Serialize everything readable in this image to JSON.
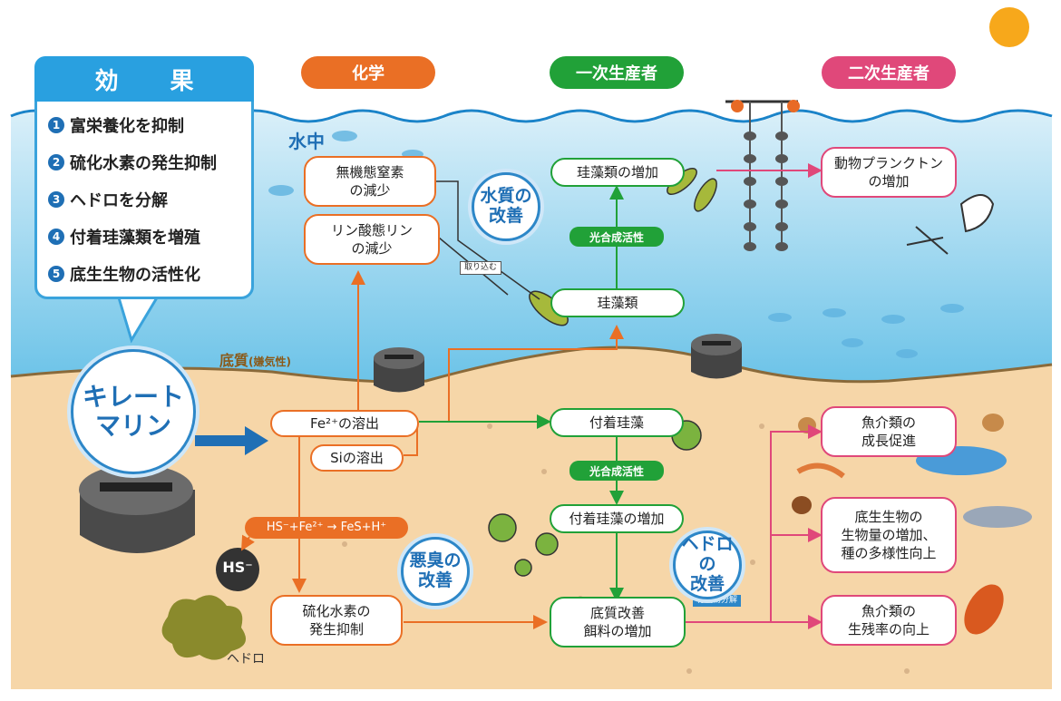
{
  "effects": {
    "title": "効 果",
    "items": [
      {
        "num": "1",
        "text": "富栄養化を抑制"
      },
      {
        "num": "2",
        "text": "硫化水素の発生抑制"
      },
      {
        "num": "3",
        "text": "ヘドロを分解"
      },
      {
        "num": "4",
        "text": "付着珪藻類を増殖"
      },
      {
        "num": "5",
        "text": "底生生物の活性化"
      }
    ]
  },
  "headers": {
    "chemistry": "化学",
    "primary": "一次生産者",
    "secondary": "二次生産者"
  },
  "zones": {
    "water": "水中",
    "sediment": "底質",
    "sediment_note": "(嫌気性)"
  },
  "product": {
    "name": "キレート\nマリン"
  },
  "nodes": {
    "inorganic_n": "無機態窒素\nの減少",
    "phosphate": "リン酸態リン\nの減少",
    "fe": "Fe²⁺の溶出",
    "si": "Siの溶出",
    "reaction": "HS⁻+Fe²⁺ → FeS+H⁺",
    "h2s": "硫化水素の\n発生抑制",
    "diatom_inc": "珪藻類の増加",
    "diatom": "珪藻類",
    "attached": "付着珪藻",
    "attached_inc": "付着珪藻の増加",
    "sediment_improve": "底質改善\n餌料の増加",
    "zooplankton": "動物プランクトン\nの増加",
    "fish_growth": "魚介類の\n成長促進",
    "benthos": "底生生物の\n生物量の増加、\n種の多様性向上",
    "fish_survival": "魚介類の\n生残率の向上"
  },
  "tags": {
    "photosynthesis_1": "光合成活性",
    "photosynthesis_2": "光合成活性",
    "uptake": "取り込む",
    "organic_decomp": "有機物分解"
  },
  "badges": {
    "water_quality": "水質の\n改善",
    "odor": "悪臭の\n改善",
    "sludge": "ヘドロの\n改善"
  },
  "labels": {
    "hs": "HS⁻",
    "hedoro": "ヘドロ"
  },
  "colors": {
    "chemistry": "#ea6f25",
    "primary": "#21a138",
    "secondary": "#e0487a",
    "accent": "#29a0e0"
  }
}
